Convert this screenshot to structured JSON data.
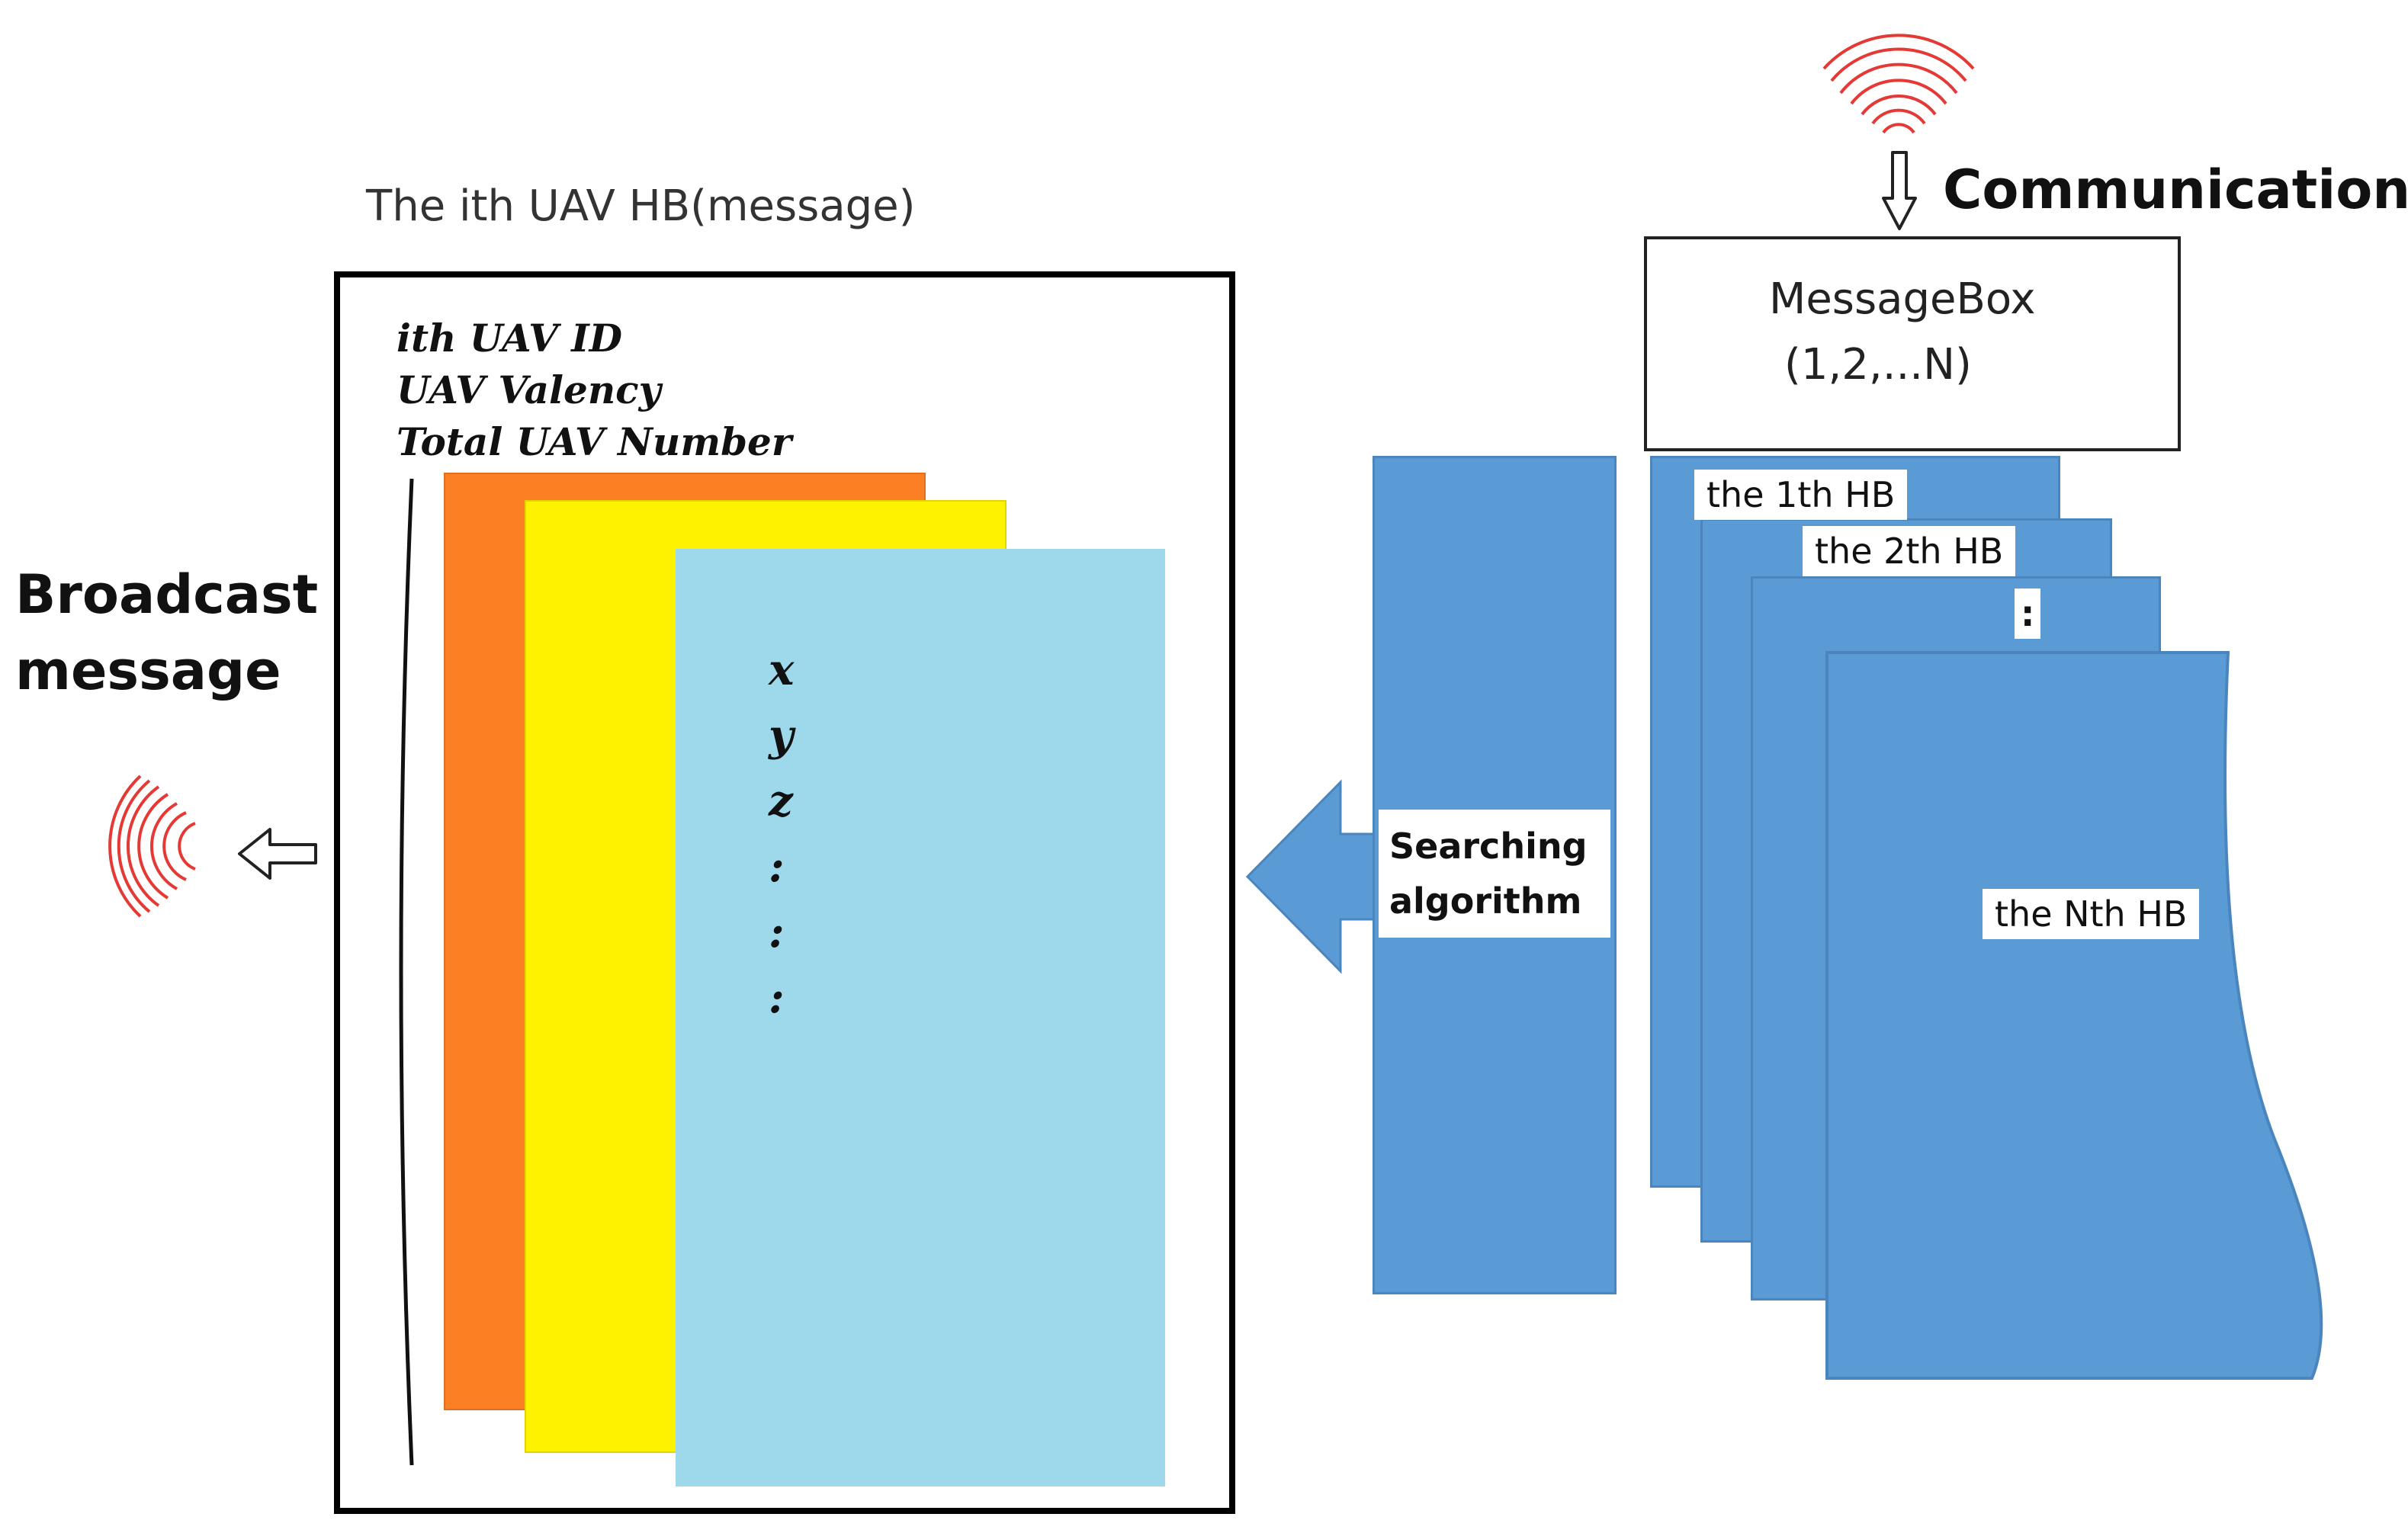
{
  "titles": {
    "message_title": "The ith UAV HB(message)",
    "communication": "Communication",
    "broadcast_line1": "Broadcast",
    "broadcast_line2": "message"
  },
  "message_header": {
    "line1": "ith UAV ID",
    "line2": "UAV Valency",
    "line3": "Total UAV Number"
  },
  "coords": {
    "x": "x",
    "y": "y",
    "z": "z",
    "dots": [
      ":",
      ":",
      ":"
    ]
  },
  "messagebox": {
    "title": "MessageBox",
    "range": "(1,2,...N)"
  },
  "hb_stack": {
    "hb1": "the 1th HB",
    "hb2": "the 2th HB",
    "ellipsis": ":",
    "hbN": "the Nth HB"
  },
  "searching": {
    "line1": "Searching",
    "line2": "algorithm"
  },
  "colors": {
    "blue": "#5b9bd5",
    "orange": "#fd7f23",
    "yellow": "#fff200",
    "light_blue": "#9dd9ea",
    "signal_red": "#e53935"
  }
}
